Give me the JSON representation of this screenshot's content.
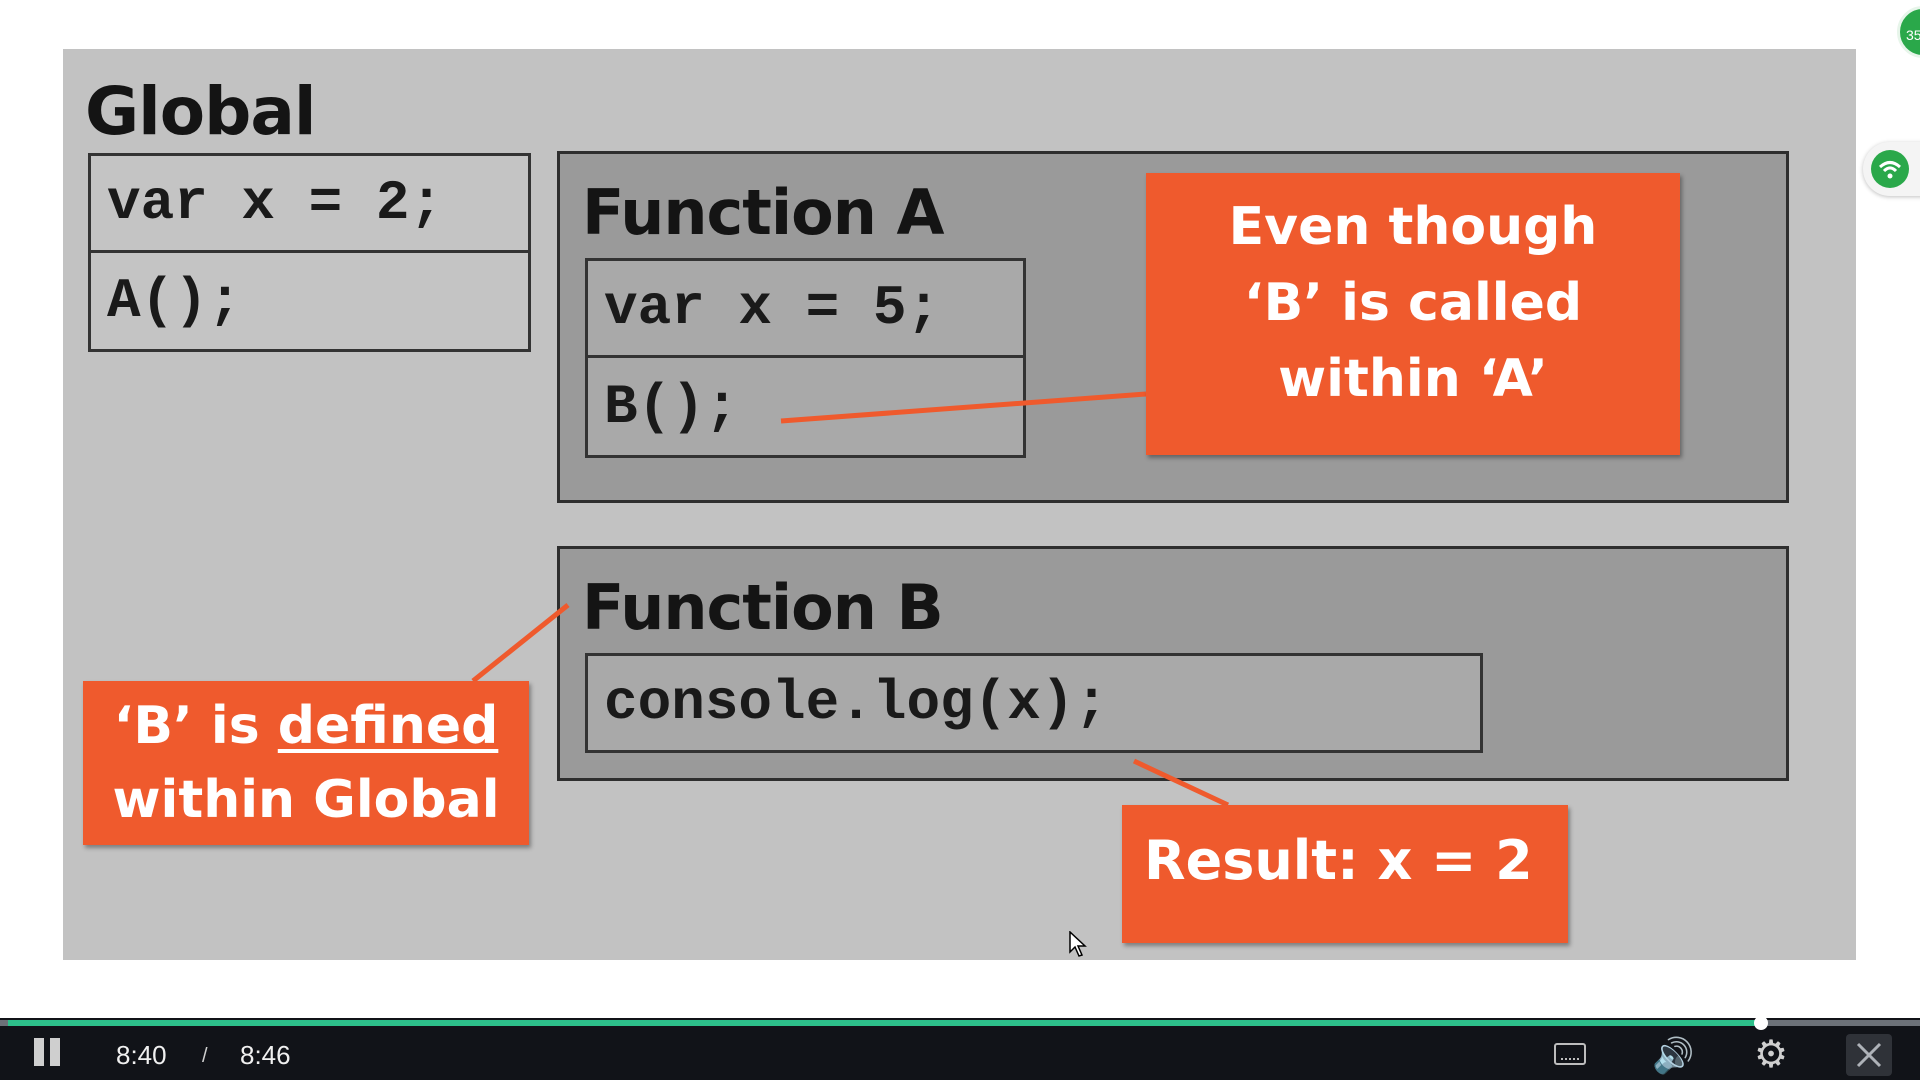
{
  "slide": {
    "title": "Global",
    "global_code": [
      "var x = 2;",
      "A();"
    ],
    "function_a": {
      "title": "Function A",
      "code": [
        "var x = 5;",
        "B();"
      ]
    },
    "function_b": {
      "title": "Function B",
      "code": [
        "console.log(x);"
      ]
    },
    "callouts": {
      "called_within": [
        "Even though",
        "‘B’ is called",
        "within ‘A’"
      ],
      "defined_within": {
        "prefix": "‘B’ is ",
        "underlined": "defined",
        "line2": "within Global"
      },
      "result": "Result: x = 2"
    },
    "accent_color": "#ef5a2d"
  },
  "side_widgets": {
    "badge_text": "35",
    "wifi_icon": "wifi-icon"
  },
  "player": {
    "current_time": "8:40",
    "separator": "/",
    "duration": "8:46",
    "progress": 0.917,
    "icons": [
      "pause-icon",
      "captions-icon",
      "volume-icon",
      "settings-gear-icon",
      "fullscreen-exit-icon"
    ]
  }
}
